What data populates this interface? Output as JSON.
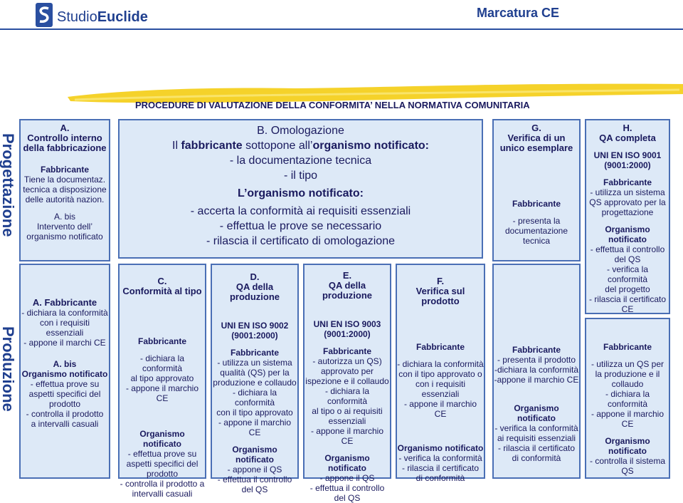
{
  "header": {
    "logo_text_light": "Studio",
    "logo_text_bold": "Euclide",
    "title": "Marcatura CE",
    "heading": "PROCEDURE DI VALUTAZIONE DELLA CONFORMITA’ NELLA NORMATIVA COMUNITARIA"
  },
  "side_labels": {
    "top": "Progettazione",
    "bottom": "Produzione"
  },
  "colors": {
    "accent": "#1f3f8f",
    "box_fill": "#dde9f7",
    "box_border": "#4a6fb5",
    "brush": "#f5d22a"
  },
  "A_top": {
    "title1": "A.",
    "title2": "Controllo interno",
    "title3": "della fabbricazione",
    "role": "Fabbricante",
    "l1": "Tiene la documentaz.",
    "l2": "tecnica a disposizione",
    "l3": "delle autorità nazion.",
    "bis1": "A. bis",
    "bis2": "Intervento dell’",
    "bis3": "organismo notificato"
  },
  "A_bottom": {
    "title": "A. Fabbricante",
    "l1": "- dichiara la conformità",
    "l2": "con i requisiti",
    "l3": "essenziali",
    "l4": "- appone il marchi CE",
    "bis": "A. bis",
    "org": "Organismo notificato",
    "o1": "- effettua prove su",
    "o2": "aspetti specifici del",
    "o3": "prodotto",
    "o4": "- controlla il prodotto",
    "o5": "a intervalli casuali"
  },
  "B": {
    "title": "B. Omologazione",
    "l1_pre": "Il ",
    "l1_b1": "fabbricante",
    "l1_mid": " sottopone all’",
    "l1_b2": "organismo notificato:",
    "l2": "- la documentazione tecnica",
    "l3": "- il tipo",
    "sub": "L’organismo notificato:",
    "l4": "- accerta la conformità ai requisiti essenziali",
    "l5": "- effettua le prove se necessario",
    "l6": "- rilascia il certificato di omologazione"
  },
  "C": {
    "t1": "C.",
    "t2": "Conformità al tipo",
    "role": "Fabbricante",
    "l1": "- dichiara la conformità",
    "l2": "al tipo approvato",
    "l3": "- appone il marchio CE",
    "org": "Organismo notificato",
    "o1": "- effettua prove su",
    "o2": "aspetti specifici del",
    "o3": "prodotto",
    "o4": "- controlla il prodotto a",
    "o5": "intervalli casuali"
  },
  "D": {
    "t1": "D.",
    "t2": "QA della",
    "t3": "produzione",
    "std1": "UNI EN ISO 9002",
    "std2": "(9001:2000)",
    "role": "Fabbricante",
    "l1": "- utilizza un sistema",
    "l2": "qualità (QS) per la",
    "l3": "produzione e collaudo",
    "l4": "- dichiara la conformità",
    "l5": "con il tipo approvato",
    "l6": "- appone il marchio CE",
    "org": "Organismo notificato",
    "o1": "- appone il QS",
    "o2": "- effettua il controllo",
    "o3": "del QS"
  },
  "E": {
    "t1": "E.",
    "t2": "QA della",
    "t3": "produzione",
    "std1": "UNI EN ISO 9003",
    "std2": "(9001:2000)",
    "role": "Fabbricante",
    "l1": "- autorizza un QS)",
    "l2": "approvato per",
    "l3": "ispezione e il collaudo",
    "l4": "- dichiara la conformità",
    "l5": "al tipo o ai requisiti",
    "l6": "essenziali",
    "l7": "- appone il marchio CE",
    "org": "Organismo notificato",
    "o1": "- appone il QS",
    "o2": "- effettua il controllo",
    "o3": "del QS"
  },
  "F": {
    "t1": "F.",
    "t2": "Verifica sul prodotto",
    "role": "Fabbricante",
    "l1": "- dichiara la conformità",
    "l2": "con il tipo approvato o",
    "l3": "con i requisiti",
    "l4": "essenziali",
    "l5": "- appone il marchio CE",
    "org": "Organismo notificato",
    "o1": "- verifica la conformità",
    "o2": "- rilascia il certificato",
    "o3": "di conformità"
  },
  "G_top": {
    "t1": "G.",
    "t2": "Verifica di un",
    "t3": "unico esemplare",
    "role": "Fabbricante",
    "l1": "- presenta la",
    "l2": "documentazione",
    "l3": "tecnica"
  },
  "G_bottom": {
    "role": "Fabbricante",
    "l1": "- presenta il prodotto",
    "l2": "-dichiara la conformità",
    "l3": "-appone il marchio CE",
    "org": "Organismo notificato",
    "o1": "- verifica la conformità",
    "o2": "ai requisiti essenziali",
    "o3": "- rilascia il certificato",
    "o4": "di conformità"
  },
  "H_top": {
    "t1": "H.",
    "t2": "QA completa",
    "std1": "UNI EN ISO 9001",
    "std2": "(9001:2000)",
    "role": "Fabbricante",
    "l1": "- utilizza un sistema",
    "l2": "QS approvato per la",
    "l3": "progettazione",
    "org": "Organismo notificato",
    "o1": "- effettua il controllo",
    "o2": "del QS",
    "o3": "- verifica la conformità",
    "o4": "del progetto",
    "o5": "- rilascia il certificato",
    "o6": "CE"
  },
  "H_bottom": {
    "role": "Fabbricante",
    "l1": "- utilizza un QS per",
    "l2": "la produzione e il",
    "l3": "collaudo",
    "l4": "- dichiara la",
    "l5": "conformità",
    "l6": "- appone il marchio",
    "l7": "CE",
    "org": "Organismo notificato",
    "o1": "- controlla il sistema",
    "o2": "QS"
  }
}
